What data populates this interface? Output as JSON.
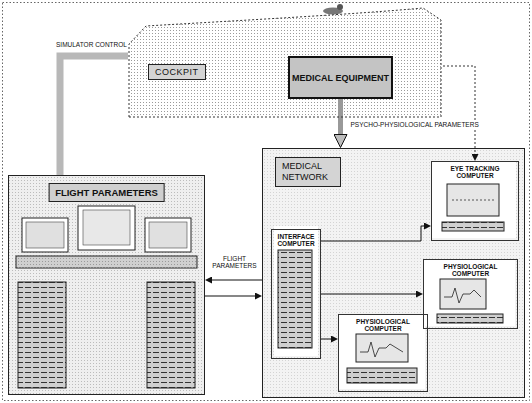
{
  "diagram": {
    "nodes": [
      {
        "text": [
          "COCKPIT"
        ]
      },
      {
        "text": [
          "MEDICAL EQUIPMENT"
        ],
        "in": 0
      },
      {
        "text": [
          "FLIGHT PARAMETERS"
        ]
      },
      {
        "text": [
          "MEDICAL NETWORK"
        ]
      },
      {
        "text": [
          "INTERFACE COMPUTER"
        ],
        "in": 3
      },
      {
        "text": [
          "EYE TRACKING COMPUTER"
        ],
        "in": 3
      },
      {
        "text": [
          "PHYSIOLOGICAL COMPUTER"
        ],
        "in": 3
      },
      {
        "text": [
          "PHYSIOLOGICAL COMPUTER"
        ],
        "in": 3
      }
    ],
    "edges": [
      {
        "from": 1,
        "to": 3,
        "label": "PSYCHO-PHYSIOLOGICAL PARAMETERS",
        "arrow": "to"
      },
      {
        "from": 3,
        "to": 2,
        "label": "FLIGHT PARAMETERS",
        "arrow": "to"
      },
      {
        "from": 2,
        "to": 3,
        "arrow": "to"
      },
      {
        "from": 0,
        "to": 2,
        "label": "SIMULATOR CONTROL",
        "arrow": "none"
      },
      {
        "from": 0,
        "to": 5,
        "arrow": "to"
      },
      {
        "from": 4,
        "to": 5,
        "arrow": "to"
      },
      {
        "from": 4,
        "to": 6,
        "arrow": "to"
      },
      {
        "from": 4,
        "to": 7,
        "arrow": "to"
      }
    ]
  }
}
